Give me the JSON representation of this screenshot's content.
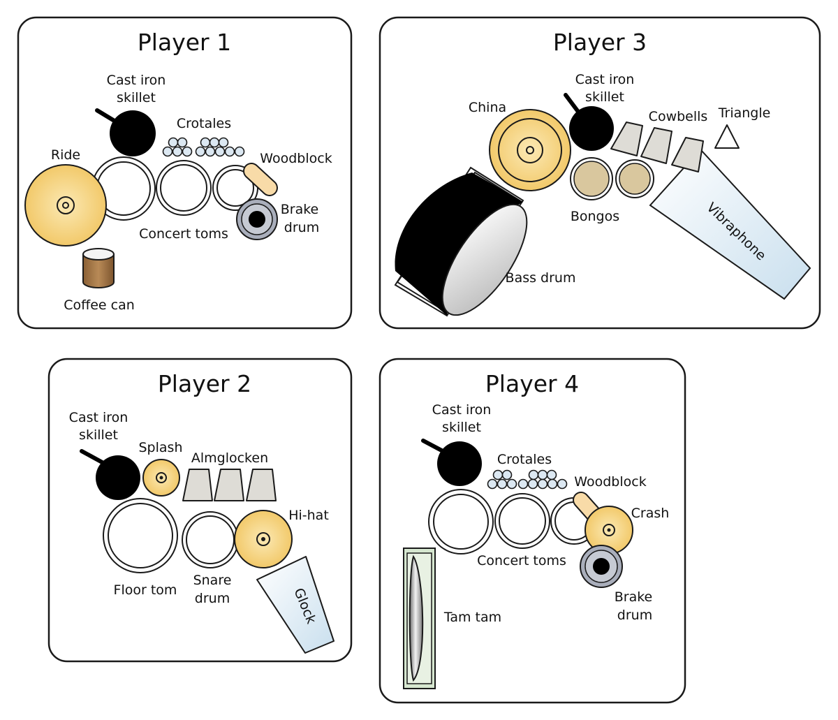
{
  "panels": {
    "p1": {
      "title": "Player 1",
      "labels": {
        "cast_iron_skillet_1": "Cast iron",
        "cast_iron_skillet_2": "skillet",
        "crotales": "Crotales",
        "ride": "Ride",
        "woodblock": "Woodblock",
        "brake_drum_1": "Brake",
        "brake_drum_2": "drum",
        "concert_toms": "Concert toms",
        "coffee_can": "Coffee can"
      }
    },
    "p2": {
      "title": "Player 2",
      "labels": {
        "cast_iron_skillet_1": "Cast iron",
        "cast_iron_skillet_2": "skillet",
        "splash": "Splash",
        "almglocken": "Almglocken",
        "hi_hat": "Hi-hat",
        "floor_tom": "Floor tom",
        "snare_drum_1": "Snare",
        "snare_drum_2": "drum",
        "glock": "Glock"
      }
    },
    "p3": {
      "title": "Player 3",
      "labels": {
        "cast_iron_skillet_1": "Cast iron",
        "cast_iron_skillet_2": "skillet",
        "china": "China",
        "cowbells": "Cowbells",
        "triangle": "Triangle",
        "bongos": "Bongos",
        "vibraphone": "Vibraphone",
        "bass_drum": "Bass drum"
      }
    },
    "p4": {
      "title": "Player 4",
      "labels": {
        "cast_iron_skillet_1": "Cast iron",
        "cast_iron_skillet_2": "skillet",
        "crotales": "Crotales",
        "woodblock": "Woodblock",
        "crash": "Crash",
        "concert_toms": "Concert toms",
        "tam_tam": "Tam tam",
        "brake_drum_1": "Brake",
        "brake_drum_2": "drum"
      }
    }
  },
  "colors": {
    "cymbal": "#f6d680",
    "skillet": "#000000",
    "crotale": "#dce8f2",
    "woodblock": "#f8dba8",
    "brake_drum": "#a9aebb",
    "coffee_can": "#a67c4e",
    "bell": "#dedcd6",
    "bongo": "#d9c79e",
    "keyboard": "#dce9f2",
    "tam_tam_frame": "#d6e7d0"
  }
}
